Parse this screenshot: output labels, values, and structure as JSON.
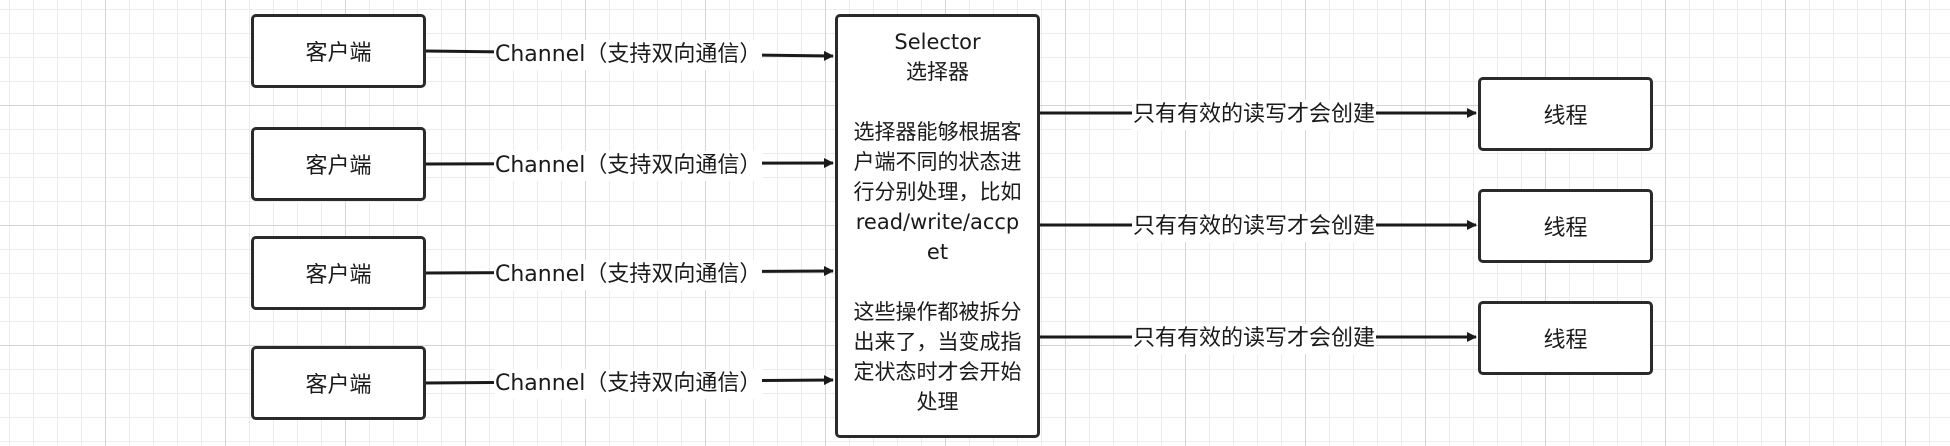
{
  "clients": [
    {
      "label": "客户端"
    },
    {
      "label": "客户端"
    },
    {
      "label": "客户端"
    },
    {
      "label": "客户端"
    }
  ],
  "channel_label": "Channel（支持双向通信）",
  "selector": {
    "title": "Selector",
    "subtitle": "选择器",
    "paragraph1": "选择器能够根据客户端不同的状态进行分别处理，比如read/write/accpet",
    "paragraph2": "这些操作都被拆分出来了，当变成指定状态时才会开始处理"
  },
  "threads": [
    {
      "label": "线程"
    },
    {
      "label": "线程"
    },
    {
      "label": "线程"
    }
  ],
  "thread_edge_label": "只有有效的读写才会创建"
}
